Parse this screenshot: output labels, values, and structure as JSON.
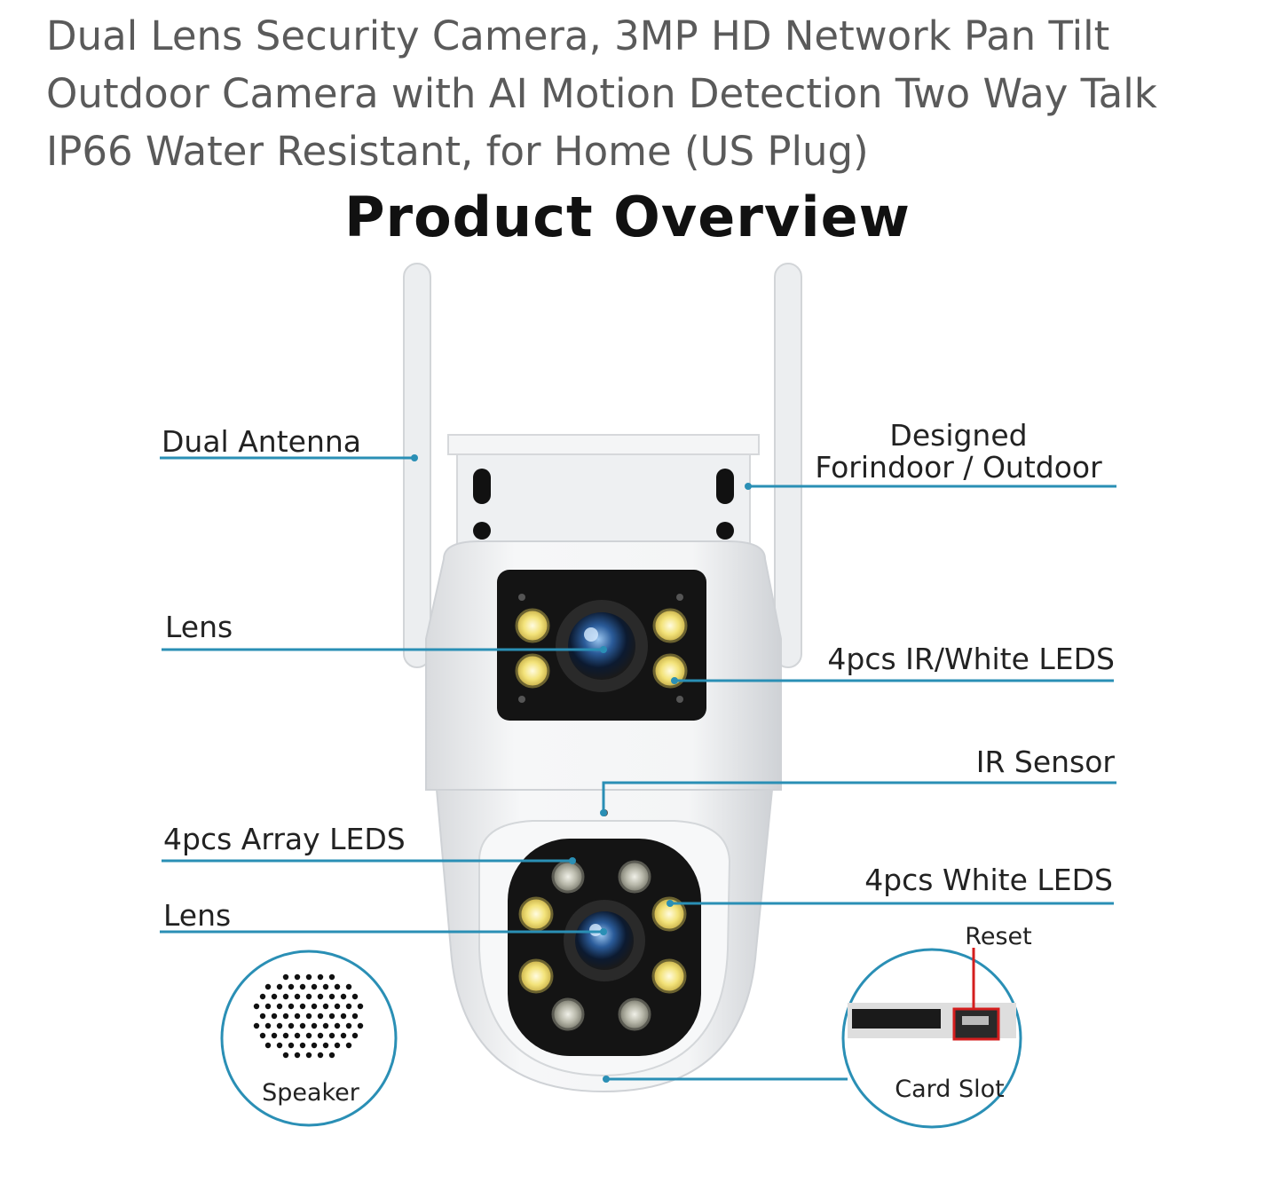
{
  "product": {
    "title_lines": [
      "Dual Lens Security Camera, 3MP HD Network Pan Tilt",
      "Outdoor Camera with AI Motion Detection Two Way Talk",
      "IP66 Water Resistant, for Home (US Plug)"
    ]
  },
  "image": {
    "heading": "Product Overview",
    "labels": {
      "dual_antenna": "Dual Antenna",
      "designed_line1": "Designed",
      "designed_line2": "Forindoor / Outdoor",
      "lens_top": "Lens",
      "ir_white_leds": "4pcs IR/White LEDS",
      "ir_sensor": "IR Sensor",
      "array_leds": "4pcs Array LEDS",
      "white_leds": "4pcs White LEDS",
      "lens_bottom": "Lens",
      "reset": "Reset",
      "speaker": "Speaker",
      "card_slot": "Card Slot"
    },
    "colors": {
      "callout_line": "#2a8fb5",
      "camera_body": "#f2f3f5",
      "lens_panel": "#141414",
      "led_yellow": "#f3e37a",
      "reset_box": "#d41e1e"
    }
  }
}
